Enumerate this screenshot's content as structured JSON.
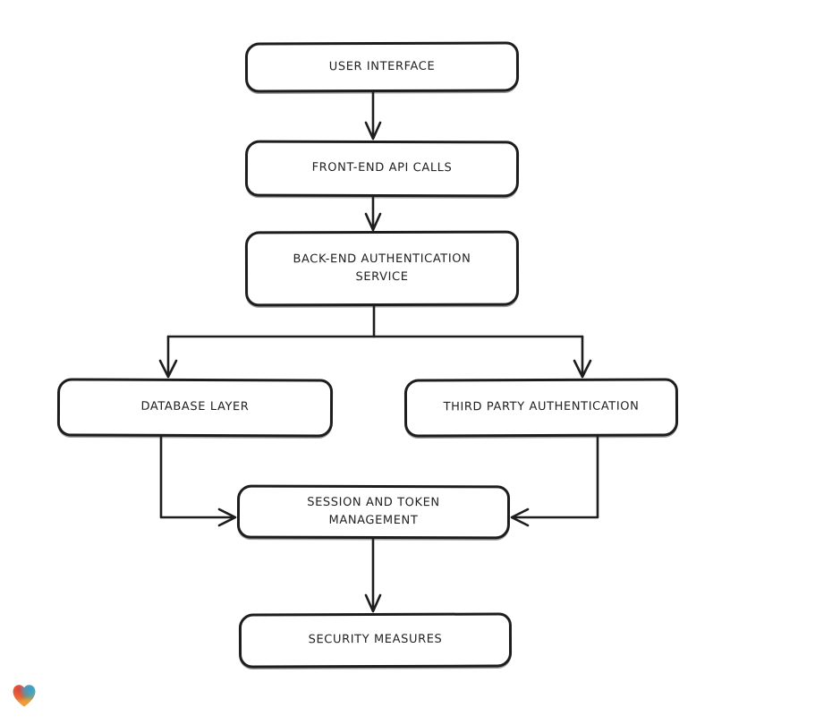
{
  "canvas": {
    "background": "#ffffff",
    "stroke_color": "#1d1d1d",
    "node_fill": "#ffffff",
    "text_color": "#222222"
  },
  "diagram": {
    "type": "flowchart",
    "direction": "top-down",
    "nodes": [
      {
        "id": "user-interface",
        "label": "USER INTERFACE"
      },
      {
        "id": "front-end-api-calls",
        "label": "FRONT-END API CALLS"
      },
      {
        "id": "back-end-authentication-service",
        "label": "BACK-END AUTHENTICATION\nSERVICE"
      },
      {
        "id": "database-layer",
        "label": "DATABASE LAYER"
      },
      {
        "id": "third-party-authentication",
        "label": "THIRD PARTY AUTHENTICATION"
      },
      {
        "id": "session-and-token-management",
        "label": "SESSION AND TOKEN\nMANAGEMENT"
      },
      {
        "id": "security-measures",
        "label": "SECURITY MEASURES"
      }
    ],
    "edges": [
      {
        "from": "user-interface",
        "to": "front-end-api-calls"
      },
      {
        "from": "front-end-api-calls",
        "to": "back-end-authentication-service"
      },
      {
        "from": "back-end-authentication-service",
        "to": "database-layer"
      },
      {
        "from": "back-end-authentication-service",
        "to": "third-party-authentication"
      },
      {
        "from": "database-layer",
        "to": "session-and-token-management"
      },
      {
        "from": "third-party-authentication",
        "to": "session-and-token-management"
      },
      {
        "from": "session-and-token-management",
        "to": "security-measures"
      }
    ]
  },
  "watermark": {
    "name": "heart-logo",
    "colors": {
      "red": "#e2413b",
      "blue": "#2ea3d8",
      "green": "#6cae53",
      "orange": "#f09a38"
    }
  }
}
